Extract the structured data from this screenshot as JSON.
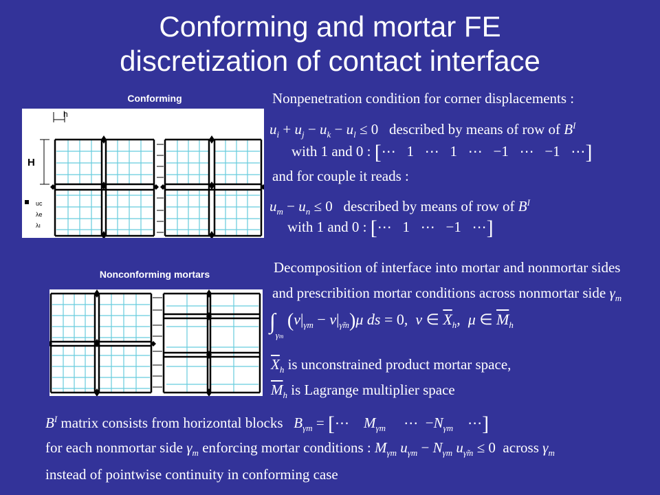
{
  "title_line1": "Conforming and mortar FE",
  "title_line2": "discretization of contact interface",
  "captions": {
    "conforming": "Conforming",
    "nonconforming": "Nonconforming mortars"
  },
  "legend": {
    "h": "h",
    "H": "H",
    "uc": "uc",
    "lambda_e": "λe",
    "lambda_i": "λı"
  },
  "text": {
    "l1": "Nonpenetration condition for corner displacements :",
    "l2_tail": "described by means of row of",
    "l3_with": "with 1 and 0 :",
    "l4": "and for couple it reads :",
    "l5_tail": "described by means of row of",
    "l6_with": "with 1 and 0 :",
    "l7": "Decomposition of interface into mortar and nonmortar sides",
    "l8": "and prescribition mortar conditions across nonmortar side",
    "l10_tail": "is unconstrained product mortar space,",
    "l11_tail": "is Lagrange multiplier space",
    "l12_mid": "matrix consists from horizontal blocks",
    "l13_a": "for each nonmortar side",
    "l13_b": "enforcing mortar conditions :",
    "l13_c": "across",
    "l14": "instead of pointwise continuity in conforming case"
  }
}
